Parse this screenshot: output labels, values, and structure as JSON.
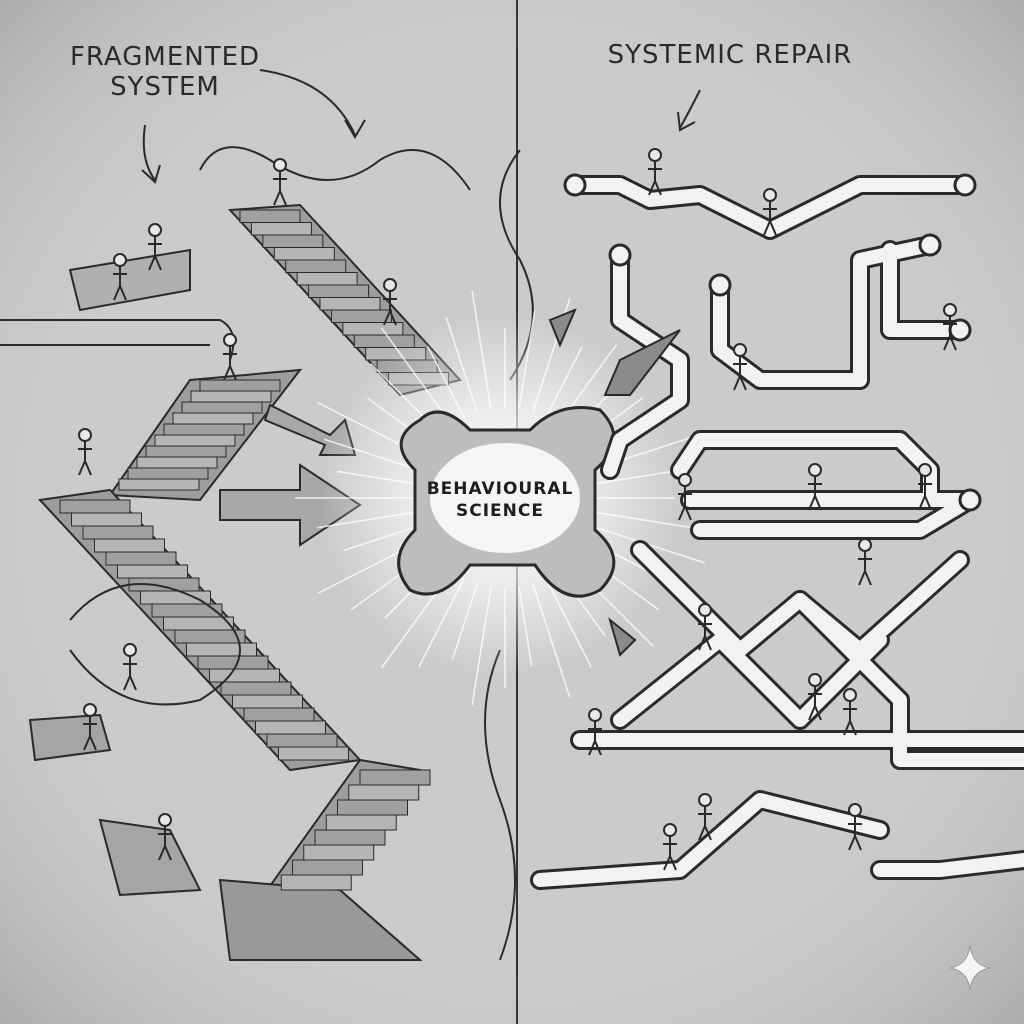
{
  "labels": {
    "left_title": "FRAGMENTED SYSTEM",
    "right_title": "SYSTEMIC REPAIR",
    "center_hub": "BEHAVIOURAL SCIENCE"
  },
  "colors": {
    "background": "#cbcbcb",
    "ink": "#2a2a2a",
    "pipe": "#f2f2f2",
    "glow": "#ffffff"
  },
  "icons": [
    "stick-figure",
    "arrow",
    "sparkle"
  ]
}
